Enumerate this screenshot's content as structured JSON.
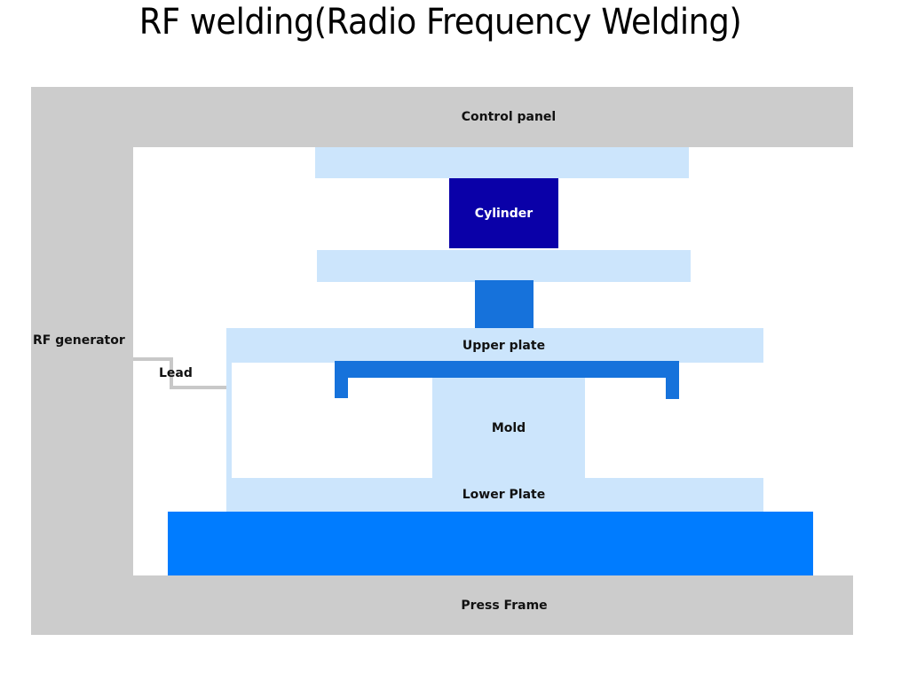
{
  "title": "RF welding(Radio Frequency Welding)",
  "colors": {
    "frame": "#cccccc",
    "plate_light": "#cce5fc",
    "cylinder": "#0a00a8",
    "piston_rod": "#1672db",
    "electrode": "#1672db",
    "bed": "#007cff",
    "lead": "#c8c8c8"
  },
  "components": {
    "control_panel": "Control panel",
    "cylinder": "Cylinder",
    "rf_generator": "RF generator",
    "lead": "Lead",
    "upper_plate": "Upper plate",
    "mold": "Mold",
    "lower_plate": "Lower Plate",
    "press_frame": "Press Frame"
  }
}
